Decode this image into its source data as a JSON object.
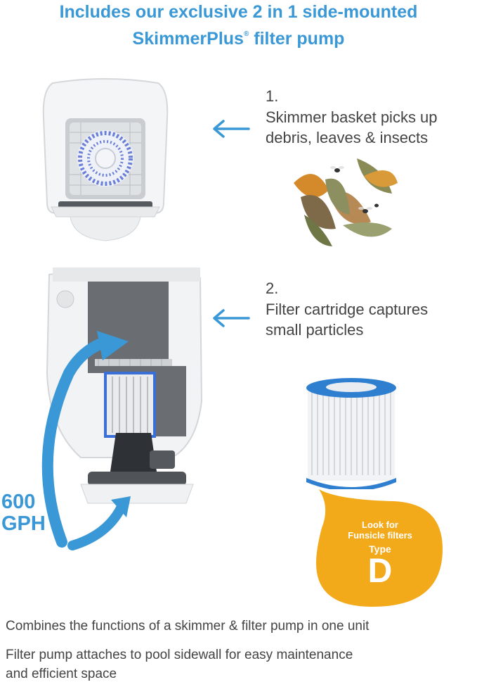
{
  "header": {
    "line1": "Includes our exclusive 2 in 1 side-mounted",
    "line2_part1": "SkimmerPlus",
    "line2_mark": "®",
    "line2_part2": " filter pump"
  },
  "steps": [
    {
      "number": "1.",
      "line1": "Skimmer basket picks up",
      "line2": "debris, leaves & insects"
    },
    {
      "number": "2.",
      "line1": "Filter cartridge captures",
      "line2": "small particles"
    }
  ],
  "flow": {
    "value": "600",
    "unit": "GPH"
  },
  "badge": {
    "line1": "Look for",
    "line2": "Funsicle filters",
    "line3": "Type",
    "letter": "D"
  },
  "features": [
    "Combines the functions of a skimmer & filter pump in one unit",
    "Filter pump attaches to pool sidewall for easy maintenance",
    "and efficient space"
  ],
  "colors": {
    "accent": "#3a98d6",
    "badge": "#f2aa1b",
    "text": "#444444"
  },
  "icons": {
    "step_arrow": "arrow-left-icon",
    "flow_arrow": "circular-flow-arrow-icon"
  }
}
